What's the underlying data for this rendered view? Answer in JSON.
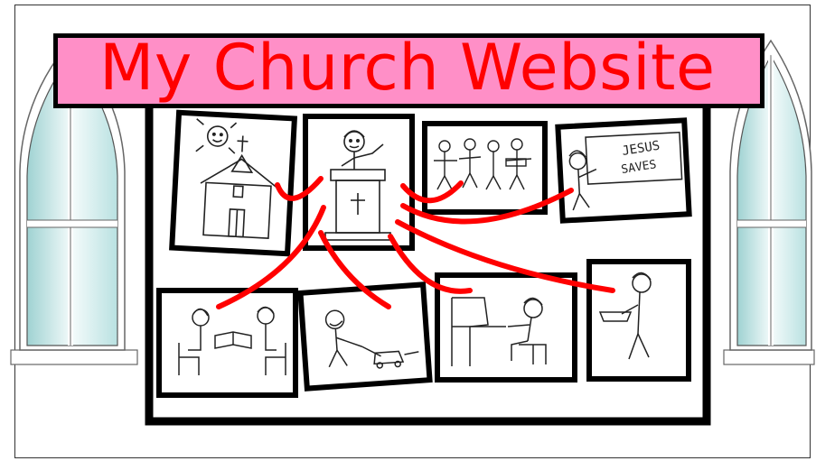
{
  "header": {
    "title": "My Church Website"
  },
  "colors": {
    "banner_fill": "#ff8fc7",
    "title_text": "#ff0000",
    "connector": "#ff0000",
    "board_border": "#000000",
    "window_glass": "#dff3f3"
  },
  "panels": [
    {
      "id": "church-building",
      "depicts": "church building with cross and sun"
    },
    {
      "id": "pastor-pulpit",
      "depicts": "pastor preaching at pulpit with cross"
    },
    {
      "id": "choir",
      "depicts": "group singing"
    },
    {
      "id": "jesus-saves",
      "depicts": "teacher at board",
      "text": [
        "JESUS",
        "SAVES"
      ]
    },
    {
      "id": "bible-study",
      "depicts": "two people reading a book"
    },
    {
      "id": "lawn-mowing",
      "depicts": "person mowing grass"
    },
    {
      "id": "piano",
      "depicts": "person playing piano"
    },
    {
      "id": "offering",
      "depicts": "person carrying offering plate"
    }
  ]
}
